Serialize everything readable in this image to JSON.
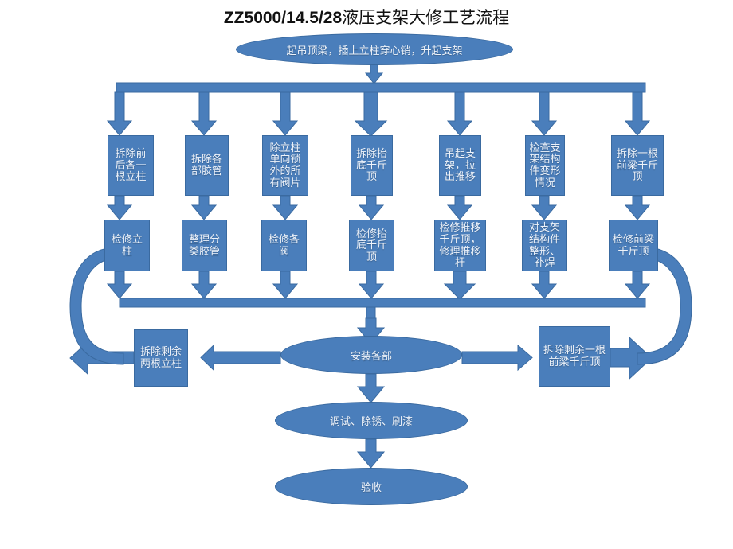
{
  "title": {
    "latin": "ZZ5000/14.5/28",
    "han": "液压支架大修工艺流程",
    "full": "ZZ5000/14.5/28液压支架大修工艺流程"
  },
  "colors": {
    "shape_fill": "#4a7ebb",
    "shape_border": "#3a6aa0",
    "shape_text": "#eef3fa",
    "connector": "#4a7ebb",
    "connector_border": "#3a6aa0",
    "title_text": "#111111",
    "background": "#ffffff"
  },
  "start": {
    "label": "起吊顶梁，插上立柱穿心销，升起支架"
  },
  "row1": [
    {
      "label": "拆除前后各一根立柱"
    },
    {
      "label": "拆除各部胶管"
    },
    {
      "label": "除立柱单向锁外的所有阀片"
    },
    {
      "label": "拆除抬底千斤顶"
    },
    {
      "label": "吊起支架，拉出推移"
    },
    {
      "label": "检查支架结构件变形情况"
    },
    {
      "label": "拆除一根前梁千斤顶"
    }
  ],
  "row2": [
    {
      "label": "检修立柱"
    },
    {
      "label": "整理分类胶管"
    },
    {
      "label": "检修各阀"
    },
    {
      "label": "检修抬底千斤顶"
    },
    {
      "label": "检修推移千斤顶，修理推移杆"
    },
    {
      "label": "对支架结构件整形、补焊"
    },
    {
      "label": "检修前梁千斤顶"
    }
  ],
  "assembly": {
    "label": "安装各部"
  },
  "left_branch": {
    "label": "拆除剩余两根立柱"
  },
  "right_branch": {
    "label": "拆除剩余一根前梁千斤顶"
  },
  "finish": {
    "label": "调试、除锈、刷漆"
  },
  "accept": {
    "label": "验收"
  },
  "connectors": {
    "fan_out_bar": "distribution-bar",
    "collect_bar": "collection-bar",
    "left_loop": "curved-return-arrow-left",
    "right_loop": "curved-return-arrow-right"
  }
}
